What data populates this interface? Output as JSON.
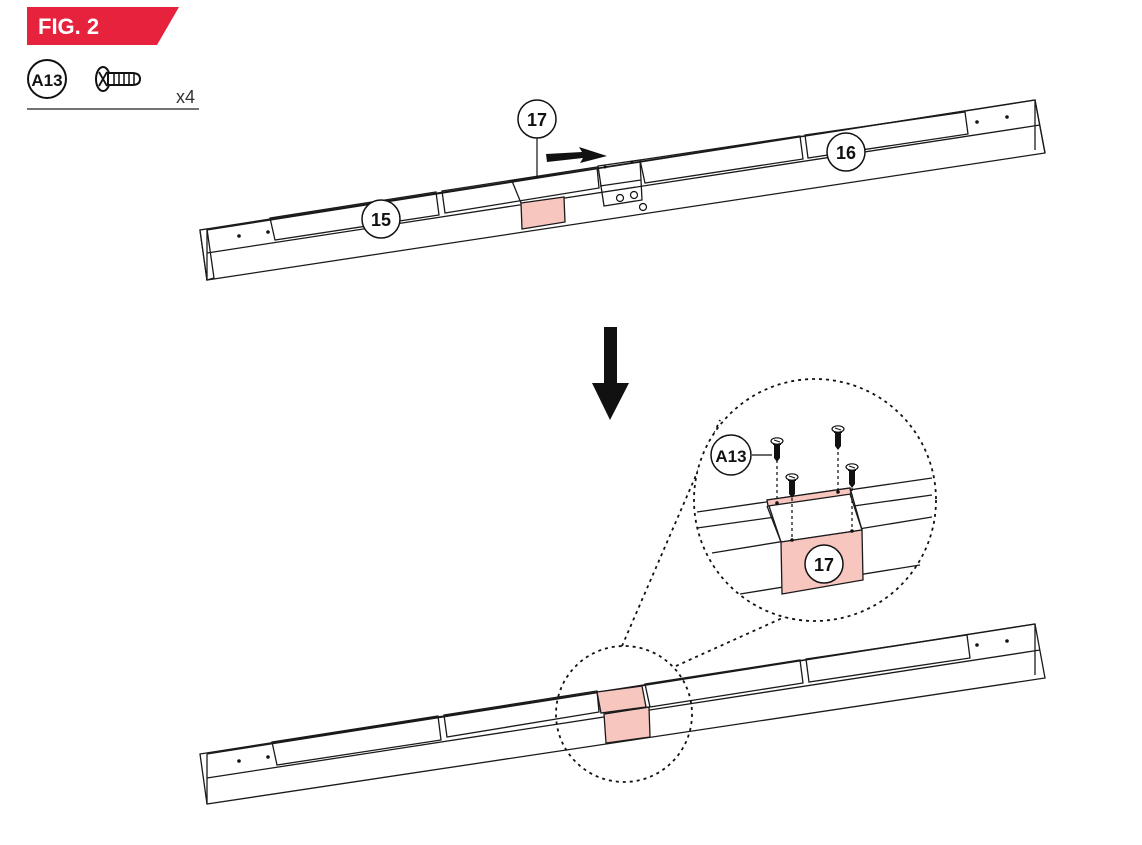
{
  "figure": {
    "title": "FIG. 2",
    "banner_color": "#e6223d"
  },
  "parts_list": {
    "part_id": "A13",
    "part_icon": "screw-icon",
    "quantity": "x4"
  },
  "callouts": {
    "part_15": "15",
    "part_16": "16",
    "part_17_top": "17",
    "part_17_detail": "17",
    "screw_detail": "A13"
  },
  "colors": {
    "bracket_fill": "#f7c6bf",
    "line": "#1a1a1a"
  }
}
